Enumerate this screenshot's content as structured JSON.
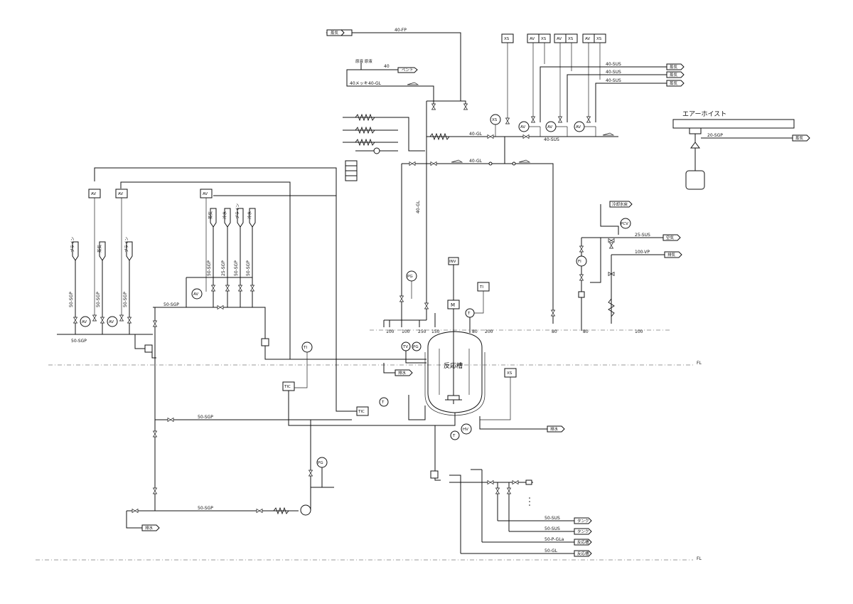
{
  "title": "エアーホイスト",
  "vessel_label": "反応槽",
  "instruments": {
    "inv": "INV",
    "motor": "M",
    "ti": "TI",
    "tic": "TIC",
    "pcv": "PCV",
    "fi": "FI",
    "pg": "PG",
    "xs": "XS",
    "av": "AV",
    "tv": "TV",
    "hv": "HV",
    "t": "T"
  },
  "pipe_labels": {
    "fp40": "40-FP",
    "gl40_vent": "40-GL",
    "vent_tag": "40メッキ",
    "gl40_a": "40-GL",
    "gl40_b": "40-GL",
    "gl40_vert": "40-GL",
    "sus40_a": "40-SUS",
    "sus40_b": "40-SUS",
    "sus40_c": "40-SUS",
    "sus40_main": "40-SUS",
    "sgp20": "20-SGP",
    "sus25": "25-SUS",
    "vp100": "100-VP",
    "sgp50_left": "50-SGP",
    "sgp50_a": "50-SGP",
    "sgp50_b": "50-SGP",
    "sgp50_c": "50-SGP",
    "sgp50_top": "50-SGP",
    "sgp50_v1": "50-SGP",
    "sgp50_v2": "25-SGP",
    "sgp50_v3": "50-SGP",
    "sgp50_v4": "50-SGP",
    "sgp50_mid": "50-SGP",
    "sgp50_low": "50-SGP",
    "sus50_1": "50-SUS",
    "sus50_2": "50-SUS",
    "pgl50": "50-P-GLa",
    "gl50": "50-GL",
    "el_top_note": "40",
    "tank_note": "原液 原液"
  },
  "flags": {
    "top_left": "蒸気",
    "vent": "ベント",
    "r1": "蒸気",
    "r2": "蒸気",
    "r3": "蒸気",
    "hoist_out": "蒸気",
    "pcv_in": "冷却水戻",
    "pcv_out": "空気",
    "vp_out": "排気",
    "left_v1": "ブライン",
    "left_v2": "蒸気",
    "left_v3": "ブライン",
    "mid_v1": "蒸気",
    "mid_v2": "冷水",
    "mid_v3": "ブライン",
    "mid_v4": "冷水",
    "drain1": "排水",
    "drain2": "排水",
    "drain3": "排水",
    "tank1": "タンク",
    "tank2": "タンク",
    "out3": "反応槽",
    "out4": "反応槽"
  },
  "sizes": {
    "s100a": "100",
    "s100b": "100",
    "s250": "250",
    "s150": "150",
    "s80a": "80",
    "s200": "200",
    "s80b": "80",
    "s80c": "80",
    "s100c": "100"
  },
  "floor_labels": {
    "fl1": "FL",
    "fl2": "FL"
  }
}
